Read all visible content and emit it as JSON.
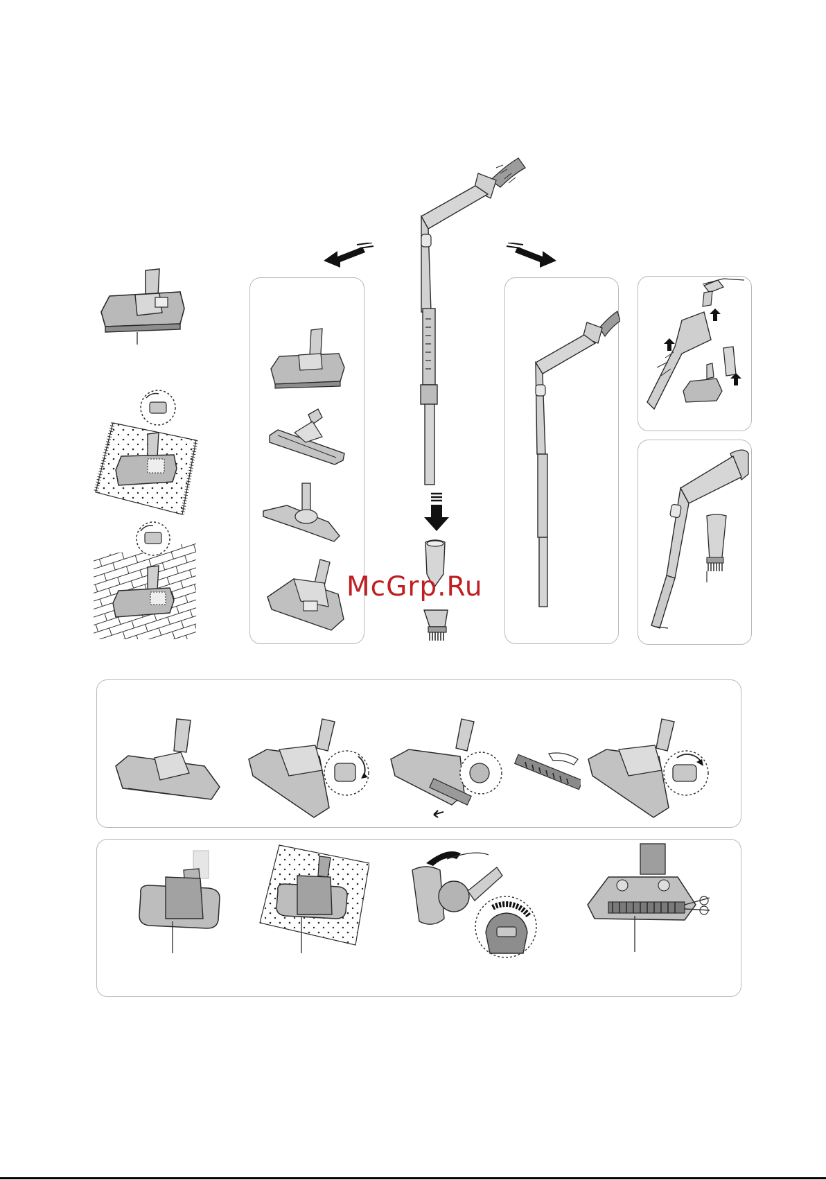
{
  "watermark": {
    "text": "McGrp.Ru",
    "color": "#c01e22"
  },
  "colors": {
    "line": "#2a2a2a",
    "fill_light": "#d6d6d6",
    "fill_mid": "#b4b4b4",
    "fill_dark": "#8d8d8d",
    "panel_border": "#b9b9b9"
  },
  "figures": {
    "left_column": [
      "floor-nozzle",
      "floor-nozzle-carpet-mode",
      "floor-nozzle-hard-floor-mode"
    ],
    "center_panel": [
      "floor-nozzle-1",
      "floor-nozzle-2",
      "parquet-nozzle",
      "turbo-brush-nozzle"
    ],
    "center": [
      "hose-with-telescopic-pipe",
      "crevice-tool",
      "dusting-brush"
    ],
    "right_panels": [
      "hose-pipe-assembly",
      "accessory-mounting",
      "pipe-with-accessory-tool"
    ],
    "strip_1": [
      "turbo-nozzle",
      "cover-open",
      "brush-removal",
      "brush-cleaning",
      "cover-close"
    ],
    "strip_2": [
      "mini-turbo-brush",
      "mini-turbo-on-carpet",
      "mini-turbo-cover-release",
      "mini-turbo-brush-cleaning"
    ]
  }
}
